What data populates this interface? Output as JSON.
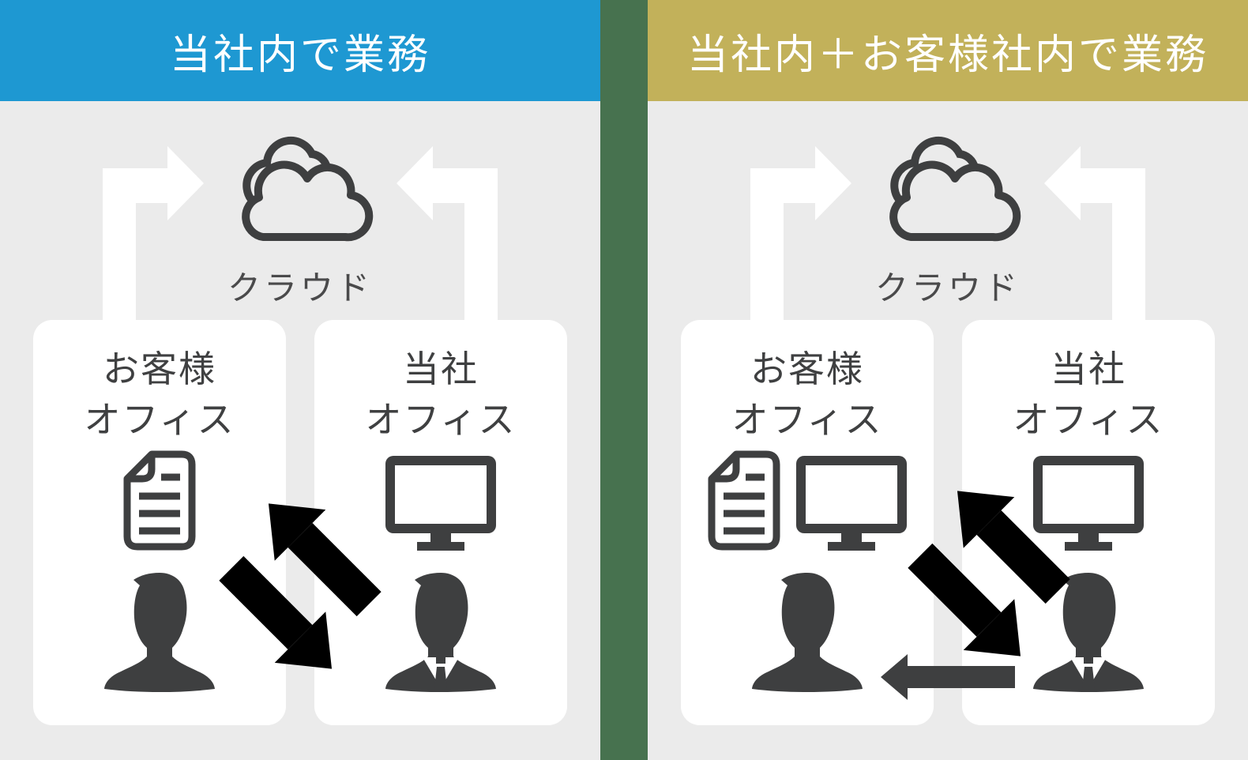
{
  "colors": {
    "accent_blue": "#1e98d2",
    "accent_gold": "#c2b15a",
    "divider_green": "#47724f",
    "canvas_bg": "#ebebeb",
    "box_bg": "#ffffff",
    "icon_dark": "#3e3f40",
    "arrow_white": "#ffffff",
    "title_text": "#3f4041",
    "label_text": "#4a4a4b",
    "header_text": "#ffffff"
  },
  "panels": [
    {
      "header": "当社内で業務",
      "cloud_label": "クラウド",
      "boxes": [
        {
          "title_line1": "お客様",
          "title_line2": "オフィス"
        },
        {
          "title_line1": "当社",
          "title_line2": "オフィス"
        }
      ]
    },
    {
      "header": "当社内＋お客様社内で業務",
      "cloud_label": "クラウド",
      "boxes": [
        {
          "title_line1": "お客様",
          "title_line2": "オフィス"
        },
        {
          "title_line1": "当社",
          "title_line2": "オフィス"
        }
      ]
    }
  ]
}
